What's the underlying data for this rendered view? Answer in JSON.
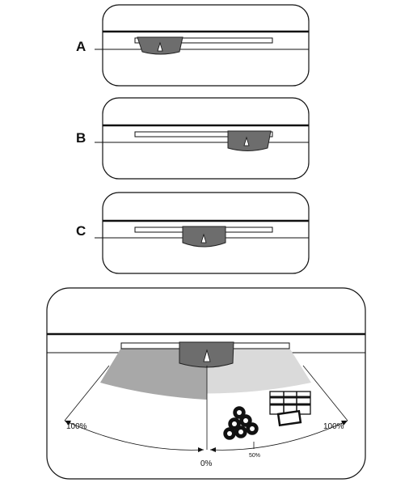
{
  "panels": [
    {
      "label": "A",
      "slider_position": "left"
    },
    {
      "label": "B",
      "slider_position": "right"
    },
    {
      "label": "C",
      "slider_position": "center"
    }
  ],
  "detail": {
    "label_left": "100%",
    "label_right": "100%",
    "label_bottom": "0%",
    "label_mid": "50%"
  },
  "colors": {
    "outline": "#111111",
    "slider_dark": "#6d6d6d",
    "arc_dark": "#a8a8a8",
    "arc_light": "#dadada"
  }
}
